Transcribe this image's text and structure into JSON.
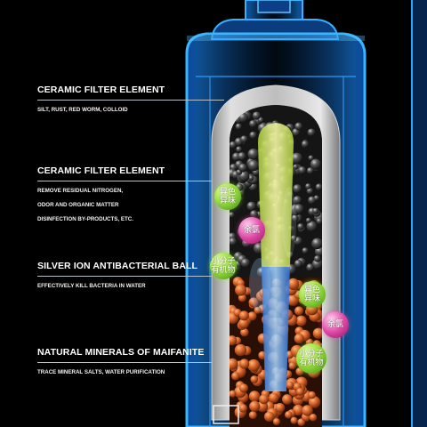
{
  "labels": [
    {
      "title": "CERAMIC FILTER ELEMENT",
      "desc": [
        "SILT, RUST, RED WORM, COLLOID"
      ]
    },
    {
      "title": "CERAMIC FILTER ELEMENT",
      "desc": [
        "REMOVE RESIDUAL NITROGEN,",
        "ODOR AND ORGANIC MATTER",
        "DISINFECTION BY-PRODUCTS, ETC."
      ]
    },
    {
      "title": "SILVER ION ANTIBACTERIAL BALL",
      "desc": [
        "EFFECTIVELY KILL BACTERIA IN WATER"
      ]
    },
    {
      "title": "NATURAL MINERALS OF MAIFANITE",
      "desc": [
        "TRACE MINERAL SALTS, WATER PURIFICATION"
      ]
    }
  ],
  "balls": [
    {
      "line1": "异色",
      "line2": "异味",
      "color": "green"
    },
    {
      "line1": "余氯",
      "line2": "",
      "color": "pink"
    },
    {
      "line1": "小分子",
      "line2": "有机物",
      "color": "green"
    },
    {
      "line1": "异色",
      "line2": "异味",
      "color": "green"
    },
    {
      "line1": "余氯",
      "line2": "",
      "color": "pink"
    },
    {
      "line1": "小分子",
      "line2": "有机物",
      "color": "green"
    }
  ],
  "colors": {
    "background": "#000000",
    "housing": "#1fa0ff",
    "ceramic": "#c9c9c9",
    "carbon": "#3a3a3a",
    "mineral": "#d8662a"
  }
}
